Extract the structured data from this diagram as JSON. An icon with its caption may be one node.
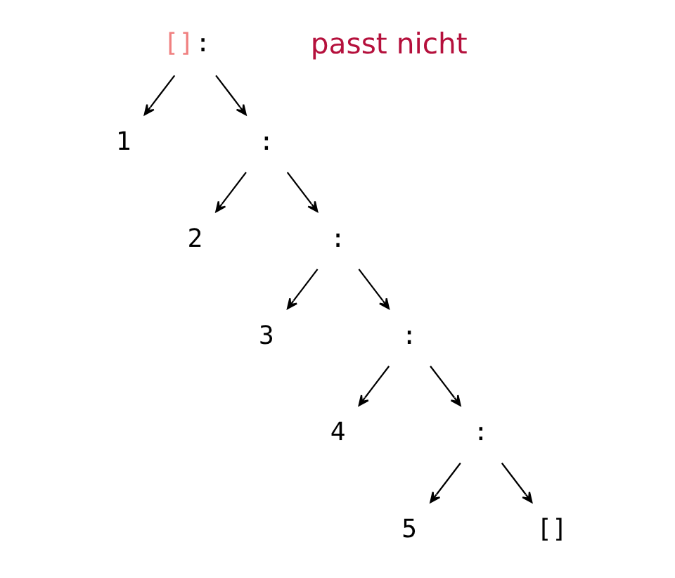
{
  "diagram": {
    "nodes": [
      {
        "text": [
          ":"
        ],
        "beside": [
          "[]"
        ]
      },
      {
        "text": [
          "1"
        ]
      },
      {
        "text": [
          ":"
        ]
      },
      {
        "text": [
          "2"
        ]
      },
      {
        "text": [
          ":"
        ]
      },
      {
        "text": [
          "3"
        ]
      },
      {
        "text": [
          ":"
        ]
      },
      {
        "text": [
          "4"
        ]
      },
      {
        "text": [
          ":"
        ]
      },
      {
        "text": [
          "5"
        ]
      },
      {
        "text": [
          "[]"
        ]
      }
    ],
    "edges": [
      {
        "from": 0,
        "to": 1,
        "arrow": "to"
      },
      {
        "from": 0,
        "to": 2,
        "arrow": "to"
      },
      {
        "from": 2,
        "to": 3,
        "arrow": "to"
      },
      {
        "from": 2,
        "to": 4,
        "arrow": "to"
      },
      {
        "from": 4,
        "to": 5,
        "arrow": "to"
      },
      {
        "from": 4,
        "to": 6,
        "arrow": "to"
      },
      {
        "from": 6,
        "to": 7,
        "arrow": "to"
      },
      {
        "from": 6,
        "to": 8,
        "arrow": "to"
      },
      {
        "from": 8,
        "to": 9,
        "arrow": "to"
      },
      {
        "from": 8,
        "to": 10,
        "arrow": "to"
      }
    ],
    "labels": [
      "passt nicht"
    ]
  }
}
